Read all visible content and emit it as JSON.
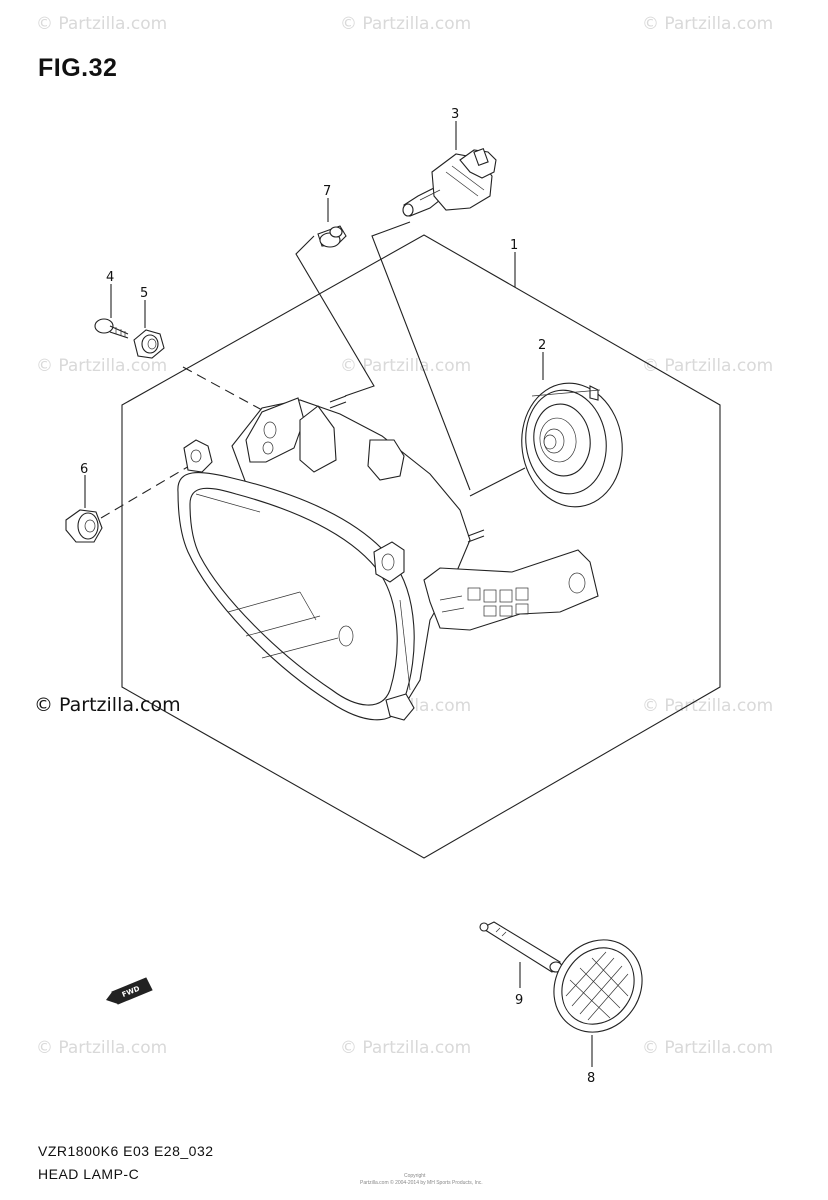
{
  "figure": {
    "title": "FIG.32",
    "model_code": "VZR1800K6 E03 E28_032",
    "section_name": "HEAD LAMP-C",
    "copyright_line1": "Copyright",
    "copyright_line2": "Partzilla.com © 2004-2014 by MH Sports Products, Inc."
  },
  "watermark": {
    "text": "© Partzilla.com",
    "strong_text": "© Partzilla.com"
  },
  "callouts": {
    "c1": "1",
    "c2": "2",
    "c3": "3",
    "c4": "4",
    "c5": "5",
    "c6": "6",
    "c7": "7",
    "c8": "8",
    "c9": "9"
  },
  "fwd_arrow_label": "FWD",
  "colors": {
    "line": "#222222",
    "watermark": "#d9d9d9"
  }
}
